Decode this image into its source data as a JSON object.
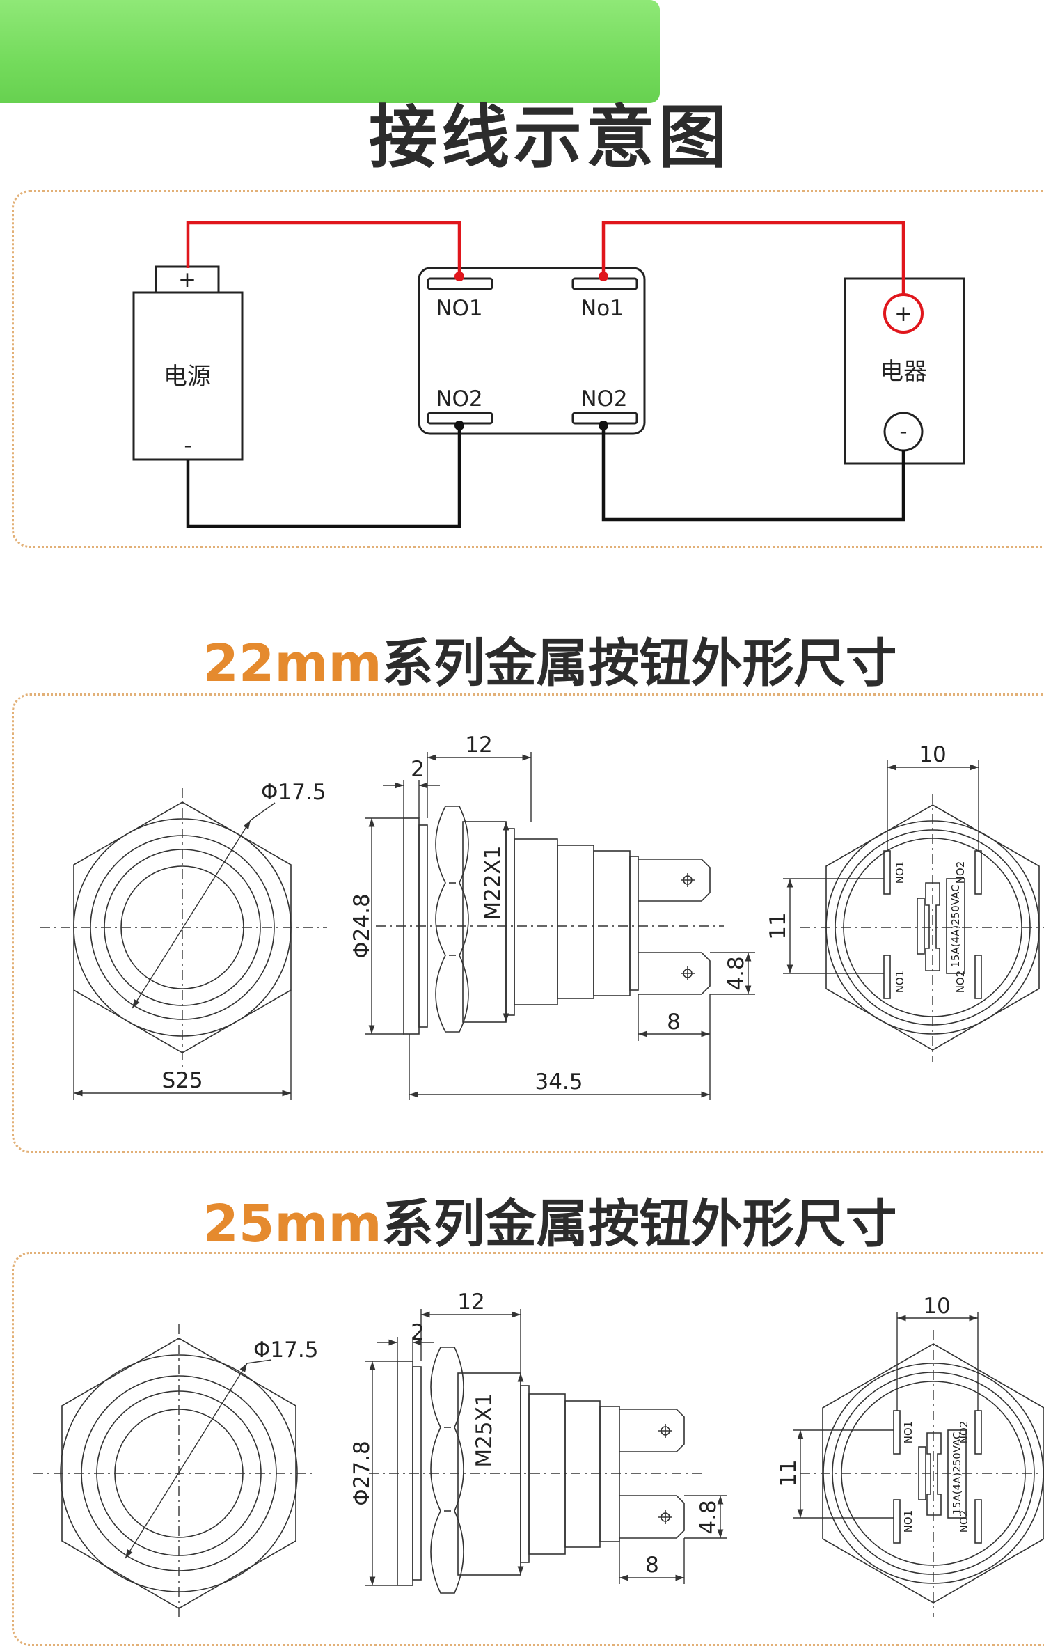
{
  "title": "接线示意图",
  "wiring": {
    "power_label": "电源",
    "power_plus": "+",
    "power_minus": "-",
    "device_label": "电器",
    "device_plus": "+",
    "device_minus": "-",
    "terminals": [
      "NO1",
      "No1",
      "NO2",
      "NO2"
    ]
  },
  "section22": {
    "title_accent": "22mm",
    "title_rest": "系列金属按钮外形尺寸",
    "front": {
      "diameter": "Φ17.5",
      "width": "S25"
    },
    "side": {
      "d12": "12",
      "d2": "2",
      "diameter": "Φ24.8",
      "thread": "M22X1",
      "length": "34.5",
      "d8": "8",
      "d48": "4.8"
    },
    "back": {
      "d10": "10",
      "d11": "11",
      "pins": [
        "NO1",
        "NO2",
        "NO1",
        "NO2"
      ],
      "rating": "15A(4A)250VAC"
    }
  },
  "section25": {
    "title_accent": "25mm",
    "title_rest": "系列金属按钮外形尺寸",
    "front": {
      "diameter": "Φ17.5"
    },
    "side": {
      "d12": "12",
      "d2": "2",
      "diameter": "Φ27.8",
      "thread": "M25X1",
      "d8": "8",
      "d48": "4.8"
    },
    "back": {
      "d10": "10",
      "d11": "11",
      "pins": [
        "NO1",
        "NO2",
        "NO1",
        "NO2"
      ],
      "rating": "15A(4A)250VAC"
    }
  }
}
